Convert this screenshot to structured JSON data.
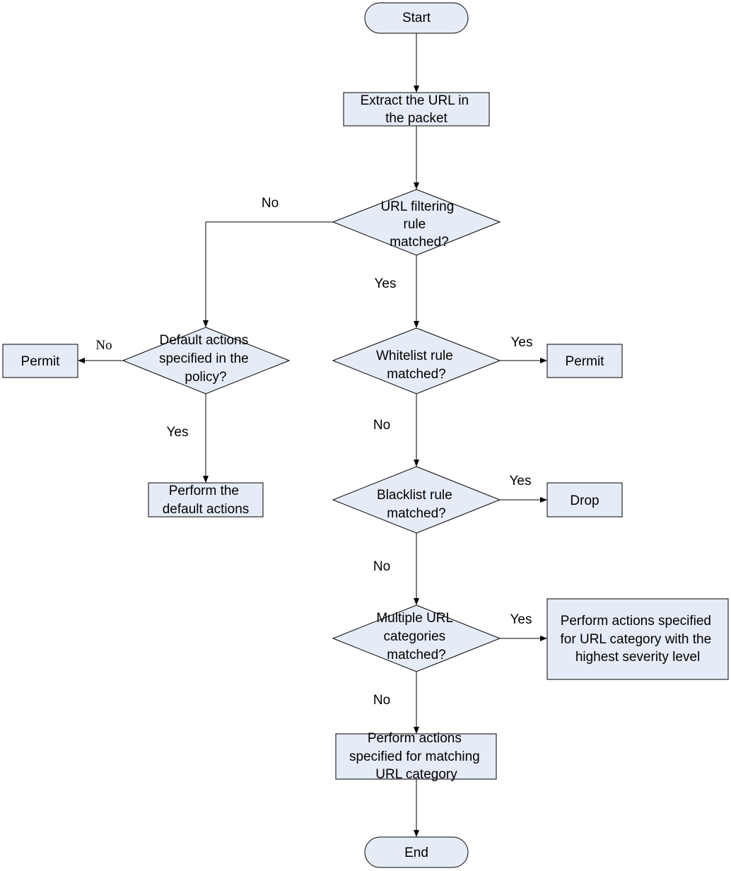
{
  "nodes": {
    "start": "Start",
    "extract": [
      "Extract the URL in",
      "the packet"
    ],
    "url_rule": [
      "URL filtering",
      "rule",
      "matched?"
    ],
    "default_actions": [
      "Default actions",
      "specified in the",
      "policy?"
    ],
    "permit_left": "Permit",
    "perform_default": [
      "Perform the",
      "default actions"
    ],
    "whitelist": [
      "Whitelist rule",
      "matched?"
    ],
    "permit_right": "Permit",
    "blacklist": [
      "Blacklist rule",
      "matched?"
    ],
    "drop": "Drop",
    "multiple": [
      "Multiple URL",
      "categories",
      "matched?"
    ],
    "highest": [
      "Perform actions specified",
      "for URL category with the",
      "highest severity level"
    ],
    "matching": [
      "Perform actions",
      "specified for matching",
      "URL category"
    ],
    "end": "End"
  },
  "edge_labels": {
    "url_no": "No",
    "url_yes": "Yes",
    "default_no": "No",
    "default_yes": "Yes",
    "whitelist_yes": "Yes",
    "whitelist_no": "No",
    "blacklist_yes": "Yes",
    "blacklist_no": "No",
    "multiple_yes": "Yes",
    "multiple_no": "No"
  }
}
